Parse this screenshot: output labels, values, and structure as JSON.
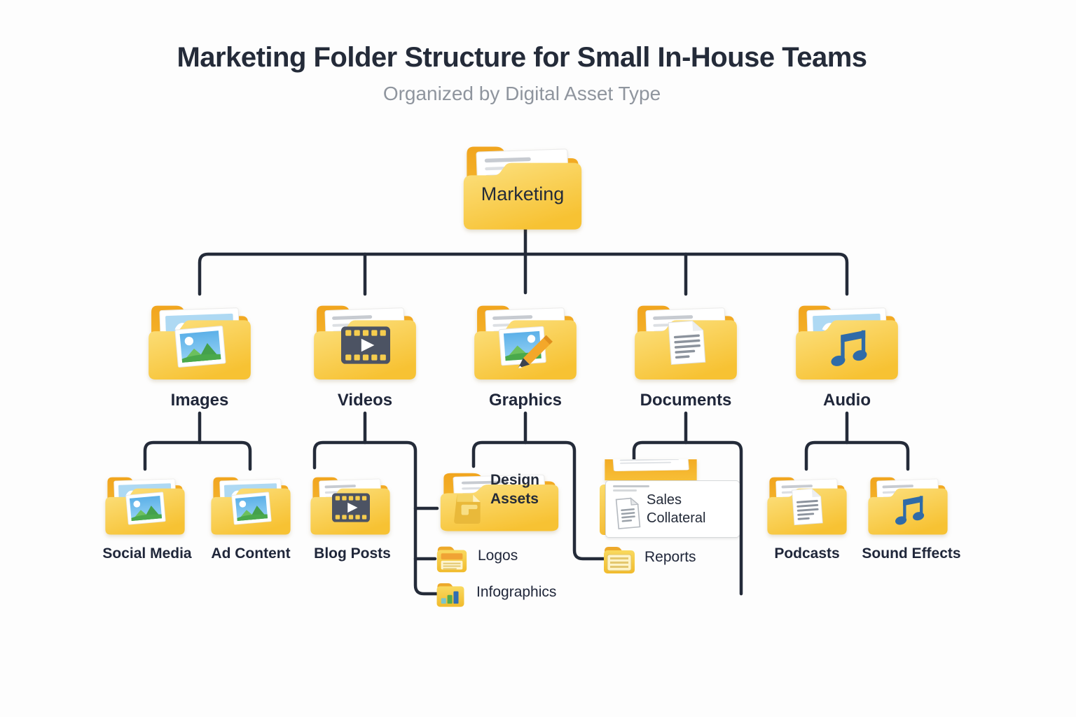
{
  "header": {
    "title": "Marketing Folder Structure for Small In-House Teams",
    "subtitle": "Organized by Digital Asset Type"
  },
  "palette": {
    "connector_line": "#242b39",
    "title_text": "#242b39",
    "subtitle_text": "#8f959e",
    "folder_back": "#f2a91f",
    "folder_front": "#f8c235",
    "music_note_blue": "#2f6ba8",
    "card_border": "#d6d8da"
  },
  "tree": {
    "root": {
      "label": "Marketing",
      "icon": "open-folder-with-papers"
    },
    "level2": [
      {
        "label": "Images",
        "icon": "photo-icon"
      },
      {
        "label": "Videos",
        "icon": "film-strip-icon"
      },
      {
        "label": "Graphics",
        "icon": "photo-pencil-icon"
      },
      {
        "label": "Documents",
        "icon": "document-icon"
      },
      {
        "label": "Audio",
        "icon": "music-note-icon"
      }
    ],
    "level3": {
      "images": [
        {
          "label": "Social Media",
          "icon": "photo-icon"
        },
        {
          "label": "Ad Content",
          "icon": "photo-icon"
        }
      ],
      "videos": [
        {
          "label": "Blog Posts",
          "icon": "film-strip-icon"
        }
      ],
      "graphics": [
        {
          "label": "Design Assets",
          "icon": "gold-file-icon"
        },
        {
          "label": "Logos",
          "icon": "logo-folder-icon"
        },
        {
          "label": "Infographics",
          "icon": "bar-chart-folder-icon"
        }
      ],
      "documents": [
        {
          "label": "Sales Collateral",
          "icon": "gray-document-icon"
        },
        {
          "label": "Reports",
          "icon": "lined-folder-icon"
        }
      ],
      "audio": [
        {
          "label": "Podcasts",
          "icon": "document-icon"
        },
        {
          "label": "Sound Effects",
          "icon": "music-note-icon"
        }
      ]
    }
  }
}
